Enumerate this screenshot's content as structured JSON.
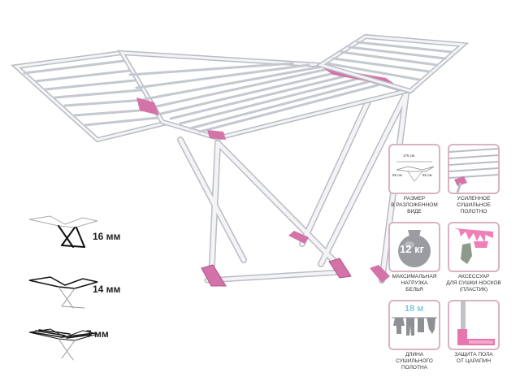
{
  "rod_variants": [
    {
      "label": "16 мм"
    },
    {
      "label": "14 мм"
    },
    {
      "label": "7 мм"
    }
  ],
  "features": [
    {
      "caption": "Размер\nв разложенном\nвиде",
      "icon": "dimensions-icon",
      "dims": {
        "length": "175 см",
        "width": "55 см",
        "height": "92 см"
      }
    },
    {
      "caption": "Усиленное\nсушильное\nполотно",
      "icon": "reinforced-frame-icon"
    },
    {
      "caption": "Максимальная\nнагрузка\nбелья",
      "icon": "weight-icon",
      "weight": "12 кг"
    },
    {
      "caption": "Аксессуар\nдля сушки носков\n(пластик)",
      "icon": "sock-clip-icon"
    },
    {
      "caption": "Длина\nсушильного\nполотна",
      "icon": "laundry-line-icon",
      "length": "18 м"
    },
    {
      "caption": "Защита пола\nот царапин",
      "icon": "floor-protector-icon"
    }
  ],
  "colors": {
    "accent": "#d473a8",
    "card_border": "#d9b3c4",
    "frame": "#f4f4f6",
    "frame_edge": "#b8bcc4",
    "length_text": "#7fc9e8"
  }
}
